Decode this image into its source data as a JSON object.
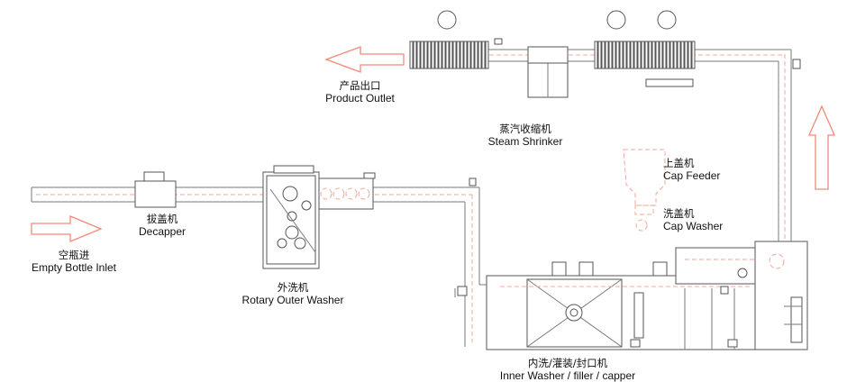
{
  "labels": {
    "product_outlet": {
      "zh": "产品出口",
      "en": "Product Outlet"
    },
    "steam_shrinker": {
      "zh": "蒸汽收缩机",
      "en": "Steam Shrinker"
    },
    "cap_feeder": {
      "zh": "上盖机",
      "en": "Cap Feeder"
    },
    "cap_washer": {
      "zh": "洗盖机",
      "en": "Cap Washer"
    },
    "decapper": {
      "zh": "拔盖机",
      "en": "Decapper"
    },
    "empty_bottle_inlet": {
      "zh": "空瓶进",
      "en": "Empty Bottle Inlet"
    },
    "rotary_outer_washer": {
      "zh": "外洗机",
      "en": "Rotary Outer Washer"
    },
    "inner_washer_filler_capper": {
      "zh": "内洗/灌装/封口机",
      "en": "Inner Washer / filler / capper"
    }
  },
  "colors": {
    "line": "#7a7a7a",
    "dash": "#f0a898",
    "arrow": "#f08a78",
    "machine": "#555555"
  }
}
